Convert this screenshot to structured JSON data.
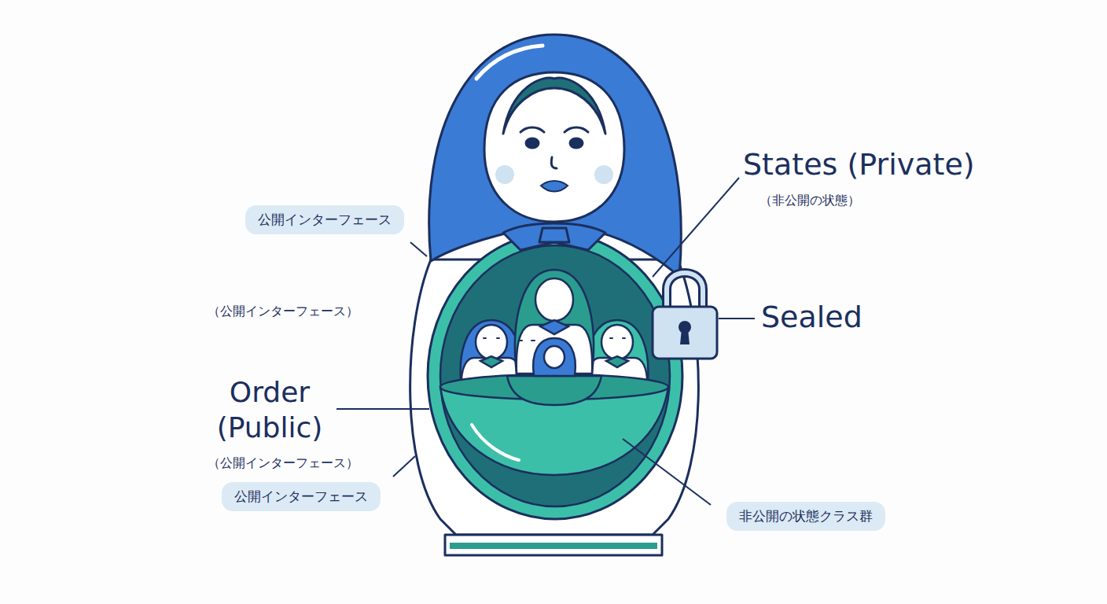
{
  "diagram": {
    "nodes": [
      {
        "text": [
          "公開インターフェース"
        ]
      },
      {
        "text": [
          "公開インターフェース"
        ]
      },
      {
        "text": [
          "非公開の状態クラス群"
        ]
      }
    ],
    "labels": [
      "States (Private)",
      "（非公開の状態）",
      "（公開インターフェース）",
      "Sealed",
      "Order (Public)",
      "（公開インターフェース）"
    ]
  }
}
